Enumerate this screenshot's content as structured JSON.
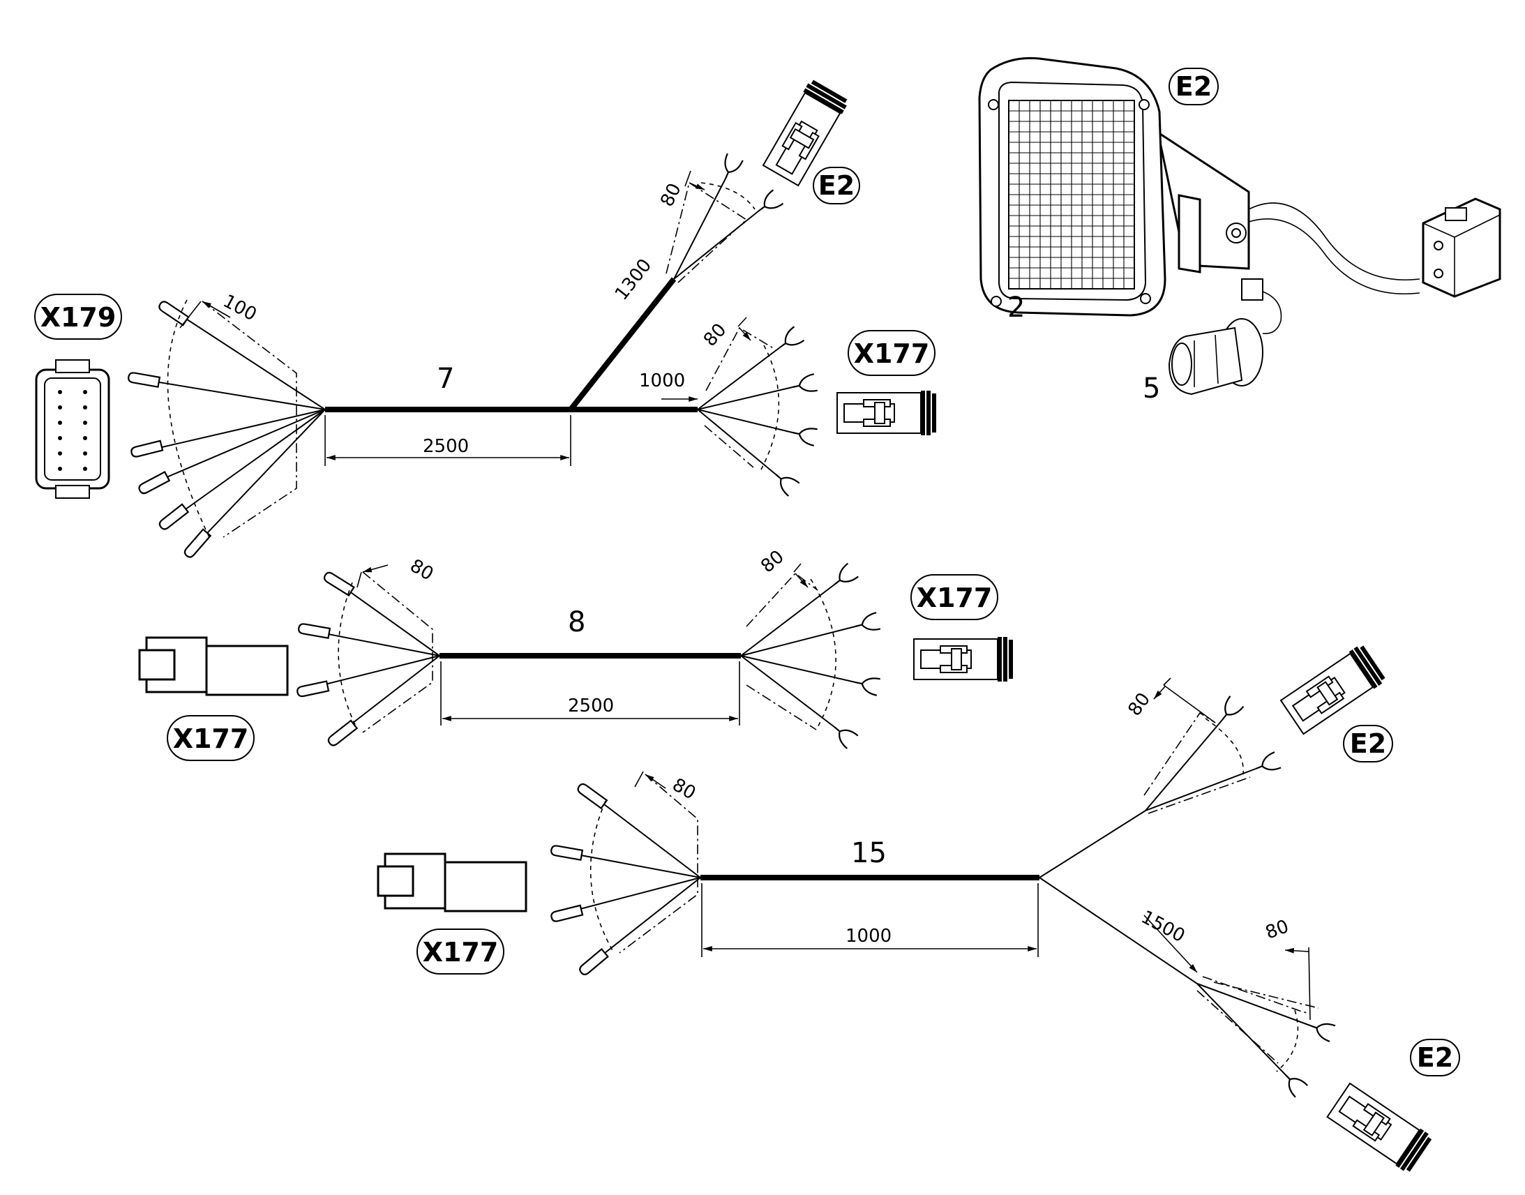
{
  "harnesses": [
    {
      "number": "7",
      "trunk_length": "2500",
      "branch_length_e2": "1300",
      "branch_length_x177": "1000",
      "fan_x179": "100",
      "fan_e2": "80",
      "fan_x177": "80"
    },
    {
      "number": "8",
      "trunk_length": "2500",
      "fan_left": "80",
      "fan_right": "80"
    },
    {
      "number": "15",
      "trunk_length": "1000",
      "branch_length_lower": "1500",
      "fan_left": "80",
      "fan_upper": "80",
      "fan_lower": "80"
    }
  ],
  "connector_tags": {
    "x179": "X179",
    "x177_h7": "X177",
    "e2_h7": "E2",
    "x177_h8_left": "X177",
    "x177_h8_right": "X177",
    "x177_h15": "X177",
    "e2_h15_upper": "E2",
    "e2_h15_lower": "E2",
    "e2_lamp": "E2"
  },
  "lamp_parts": {
    "lamp": "2",
    "bulb": "5"
  },
  "icons": [
    "work-lamp-icon",
    "halogen-bulb-icon",
    "connector-icon",
    "terminal-icon"
  ]
}
